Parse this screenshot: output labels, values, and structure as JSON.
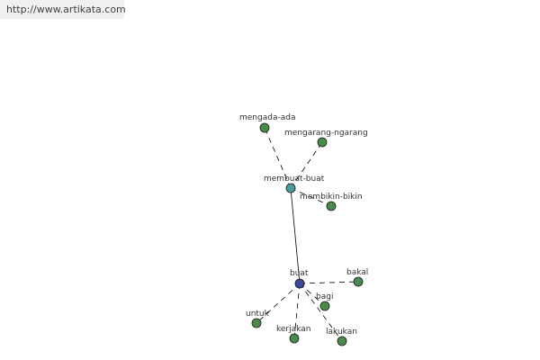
{
  "source_url": "http://www.artikata.com",
  "colors": {
    "node_green": "#4a8a4a",
    "node_teal": "#4a9a9a",
    "node_blue": "#3a4a9a",
    "edge": "#000000",
    "label": "#333333"
  },
  "nodes": [
    {
      "id": "buat",
      "label": "buat",
      "kind": "root"
    },
    {
      "id": "membuat-buat",
      "label": "membuat-buat",
      "kind": "hub"
    },
    {
      "id": "mengada-ada",
      "label": "mengada-ada",
      "kind": "leaf"
    },
    {
      "id": "mengarang-ngarang",
      "label": "mengarang-ngarang",
      "kind": "leaf"
    },
    {
      "id": "membikin-bikin",
      "label": "membikin-bikin",
      "kind": "leaf"
    },
    {
      "id": "bakal",
      "label": "bakal",
      "kind": "leaf"
    },
    {
      "id": "bagi",
      "label": "bagi",
      "kind": "leaf"
    },
    {
      "id": "untuk",
      "label": "untuk",
      "kind": "leaf"
    },
    {
      "id": "kerjakan",
      "label": "kerjakan",
      "kind": "leaf"
    },
    {
      "id": "lakukan",
      "label": "lakukan",
      "kind": "leaf"
    }
  ],
  "edges": [
    {
      "from": "buat",
      "to": "membuat-buat",
      "style": "solid"
    },
    {
      "from": "membuat-buat",
      "to": "mengada-ada",
      "style": "dashed"
    },
    {
      "from": "membuat-buat",
      "to": "mengarang-ngarang",
      "style": "dashed"
    },
    {
      "from": "membuat-buat",
      "to": "membikin-bikin",
      "style": "dashed"
    },
    {
      "from": "buat",
      "to": "bakal",
      "style": "dashed"
    },
    {
      "from": "buat",
      "to": "bagi",
      "style": "dashed"
    },
    {
      "from": "buat",
      "to": "untuk",
      "style": "dashed"
    },
    {
      "from": "buat",
      "to": "kerjakan",
      "style": "dashed"
    },
    {
      "from": "buat",
      "to": "lakukan",
      "style": "dashed"
    }
  ]
}
